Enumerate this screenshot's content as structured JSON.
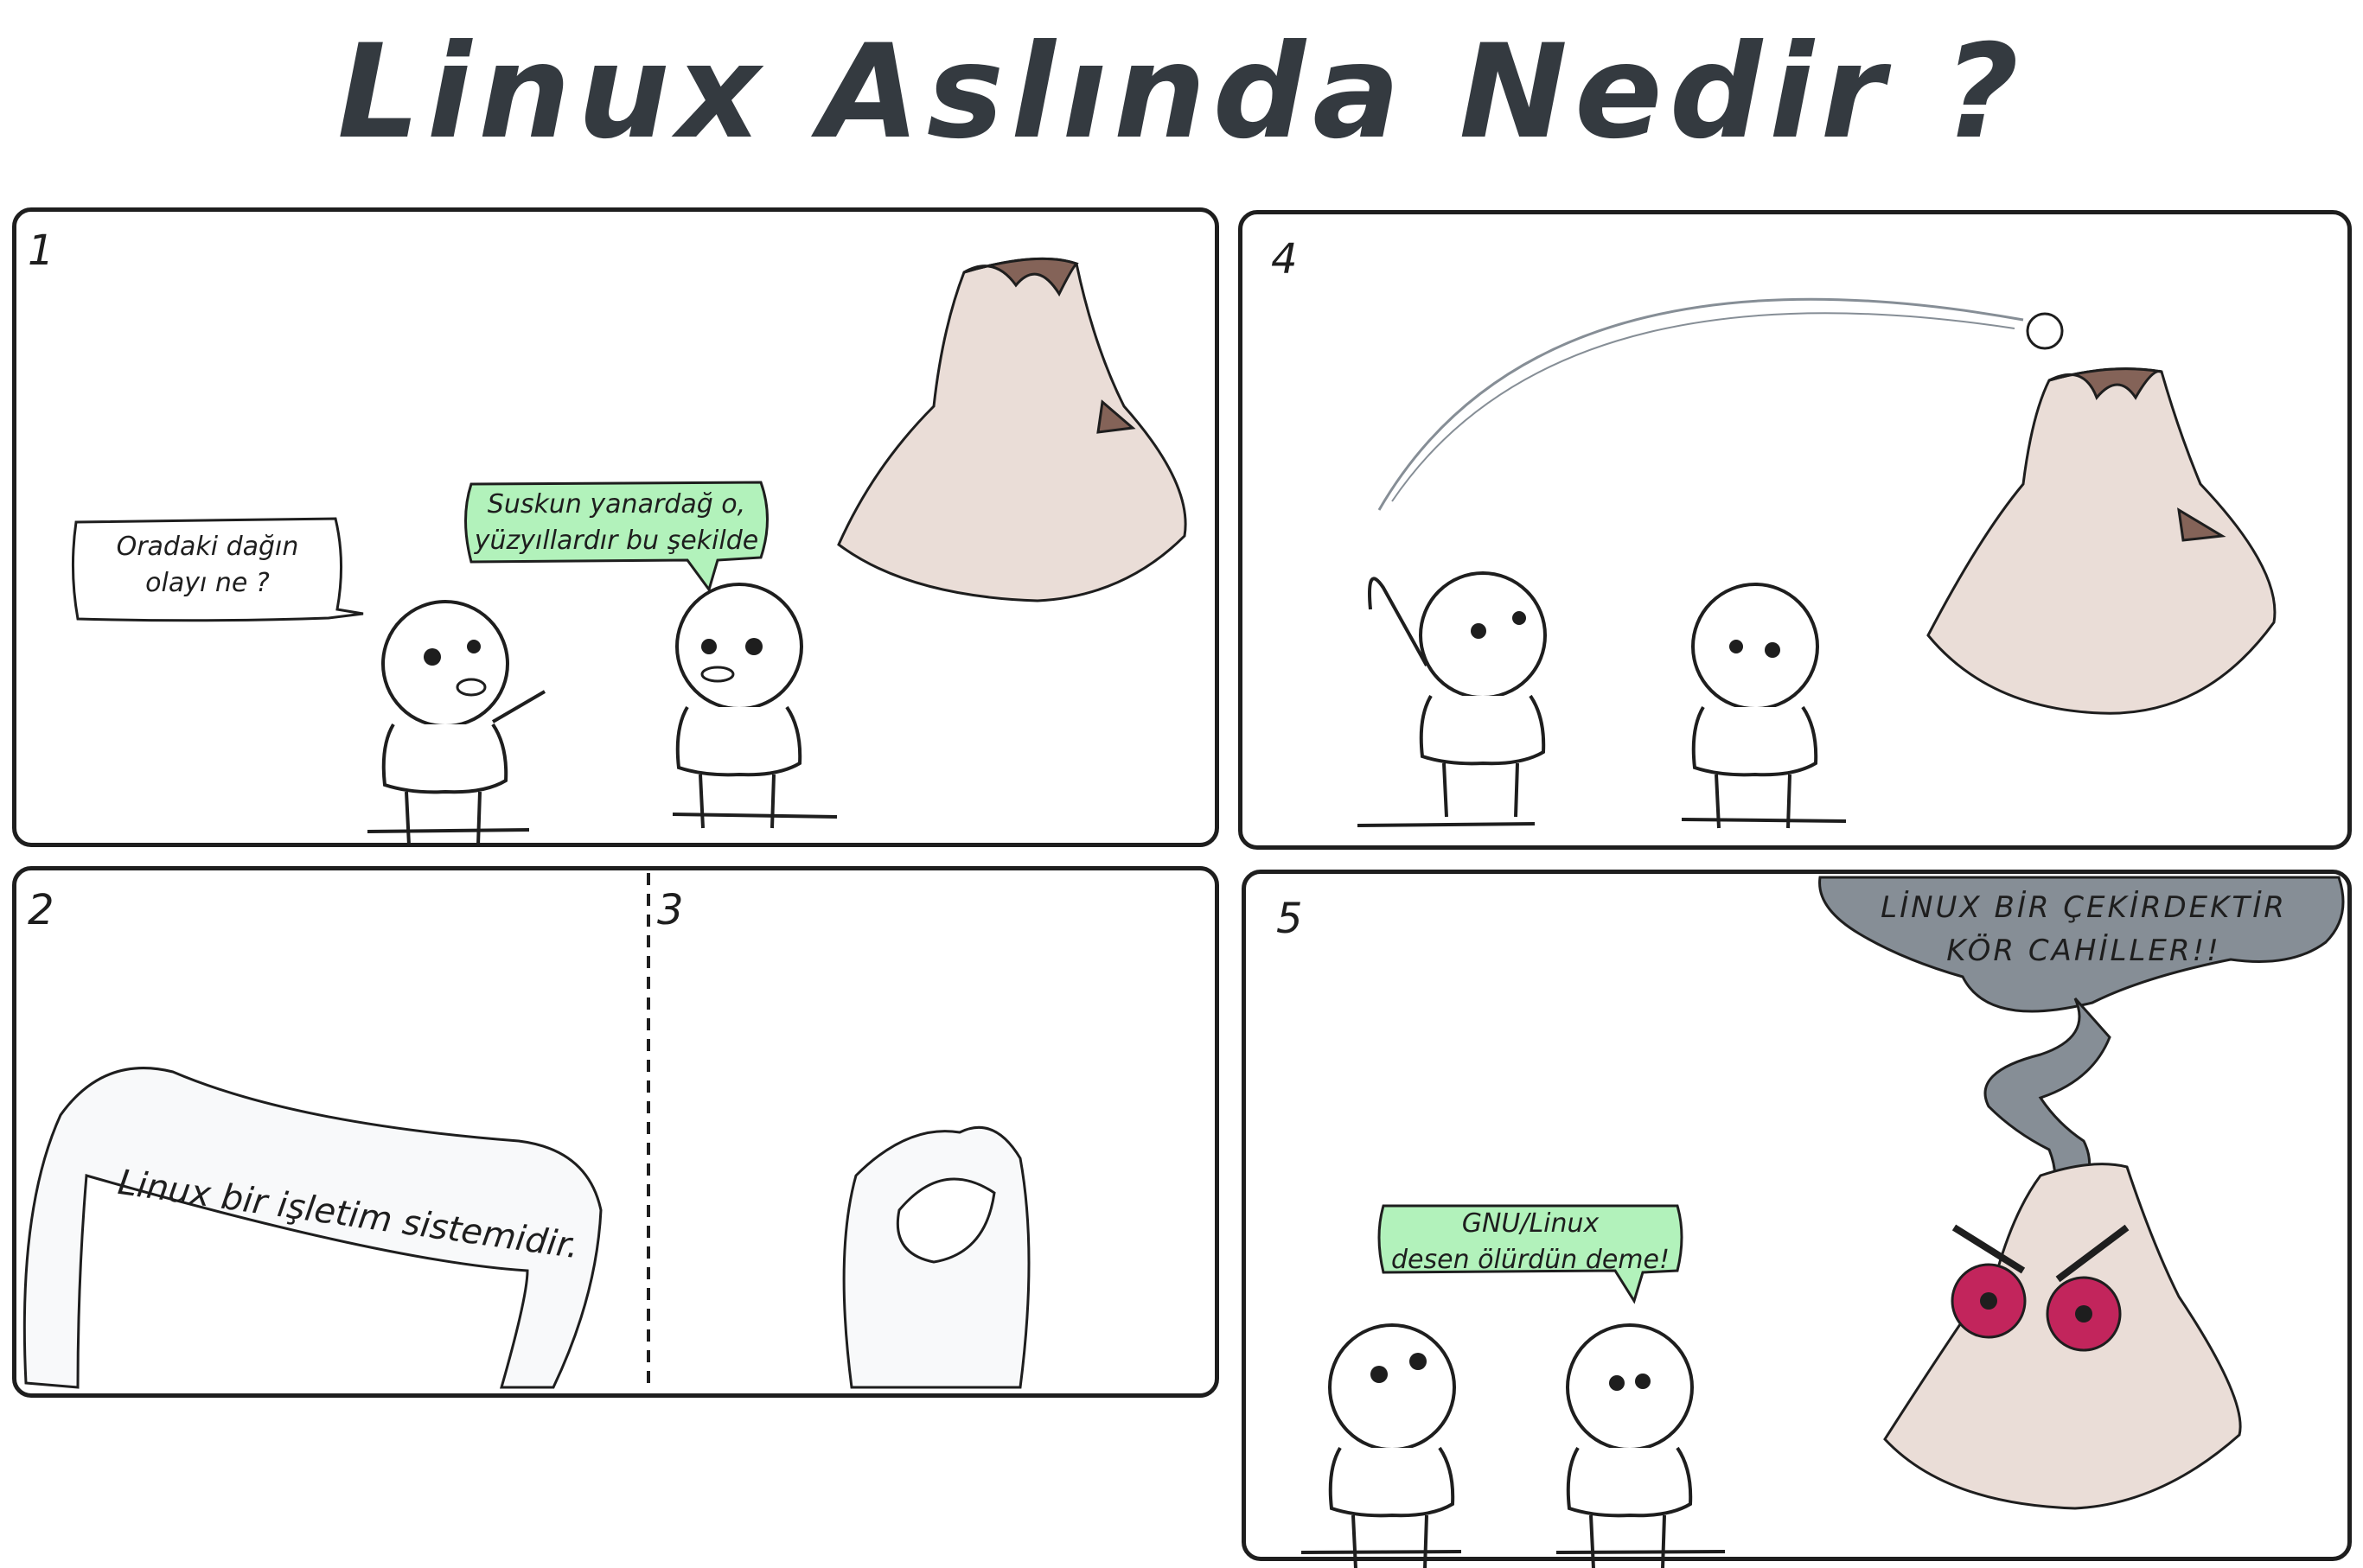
{
  "title": "Linux Aslında Nedir ?",
  "panels": {
    "p1": {
      "number": "1",
      "bubble_left": [
        "Oradaki dağın",
        "olayı ne ?"
      ],
      "bubble_right": [
        "Suskun yanardağ o,",
        "yüzyıllardır bu şekilde"
      ]
    },
    "p2": {
      "number": "2",
      "scroll": "Linux bir işletim sistemidir."
    },
    "p3": {
      "number": "3"
    },
    "p4": {
      "number": "4"
    },
    "p5": {
      "number": "5",
      "smoke": [
        "LİNUX BİR ÇEKİRDEKTİR",
        "KÖR CAHİLLER!!"
      ],
      "bubble": [
        "GNU/Linux",
        "desen ölürdün deme!"
      ]
    }
  },
  "colors": {
    "green_bubble": "#b2f2bb",
    "volcano": "#eaddd7",
    "crater": "#846358",
    "smoke": "#868e96",
    "eyes": "#c2255c"
  }
}
